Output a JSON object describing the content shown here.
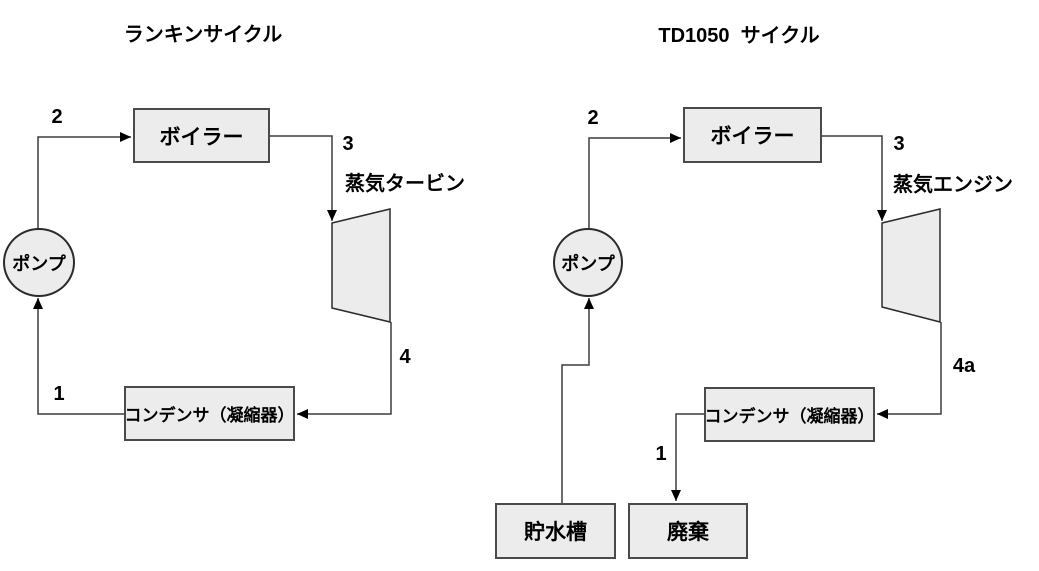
{
  "colors": {
    "background": "#ffffff",
    "shape_fill": "#ececec",
    "shape_stroke": "#4a4a4a",
    "line": "#3d3d3d",
    "arrowhead": "#000000",
    "text": "#000000"
  },
  "rankine": {
    "title": "ランキンサイクル",
    "boiler_label": "ボイラー",
    "turbine_label": "蒸気タービン",
    "condenser_label": "コンデンサ（凝縮器）",
    "pump_label": "ポンプ",
    "state_1": "1",
    "state_2": "2",
    "state_3": "3",
    "state_4": "4"
  },
  "td1050": {
    "title": "TD1050  サイクル",
    "boiler_label": "ボイラー",
    "engine_label": "蒸気エンジン",
    "condenser_label": "コンデンサ（凝縮器）",
    "pump_label": "ポンプ",
    "tank_label": "貯水槽",
    "waste_label": "廃棄",
    "state_1": "1",
    "state_2": "2",
    "state_3": "3",
    "state_4a": "4a"
  }
}
